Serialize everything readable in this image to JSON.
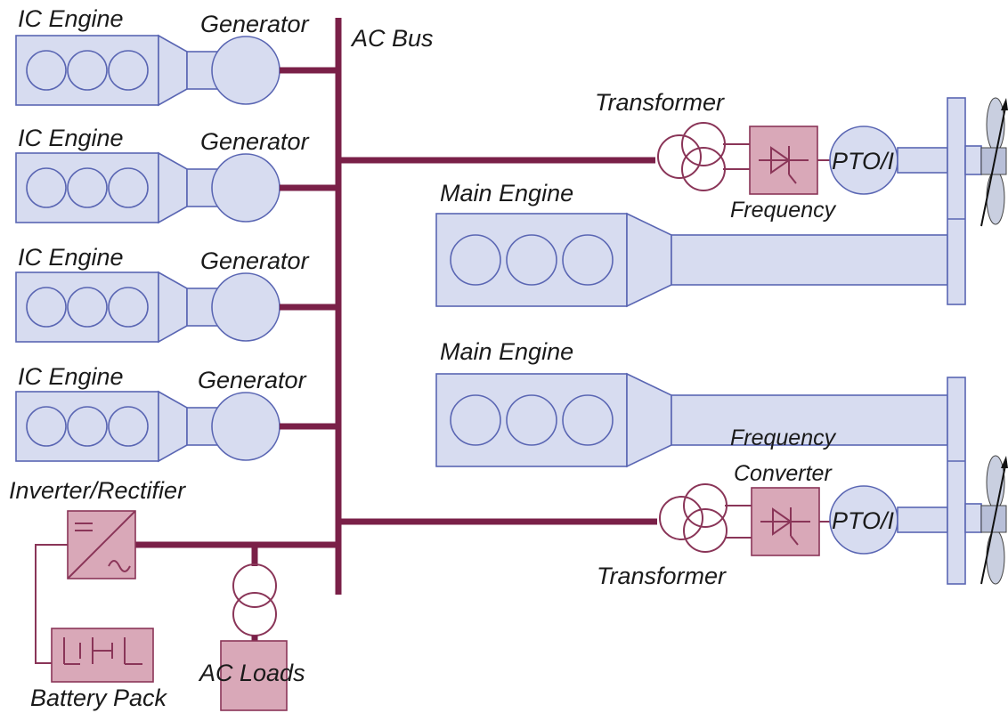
{
  "labels": {
    "ic_engine": "IC Engine",
    "generator": "Generator",
    "ac_bus": "AC Bus",
    "transformer": "Transformer",
    "main_engine": "Main Engine",
    "frequency": "Frequency",
    "converter": "Converter",
    "pto": "PTO/I",
    "inverter_rectifier": "Inverter/Rectifier",
    "battery_pack": "Battery Pack",
    "ac_loads": "AC Loads"
  },
  "colors": {
    "engine_fill": "#d7dcf0",
    "engine_stroke": "#5a66b3",
    "bus": "#7a2048",
    "power_electronics_fill": "#d9a8b8"
  }
}
